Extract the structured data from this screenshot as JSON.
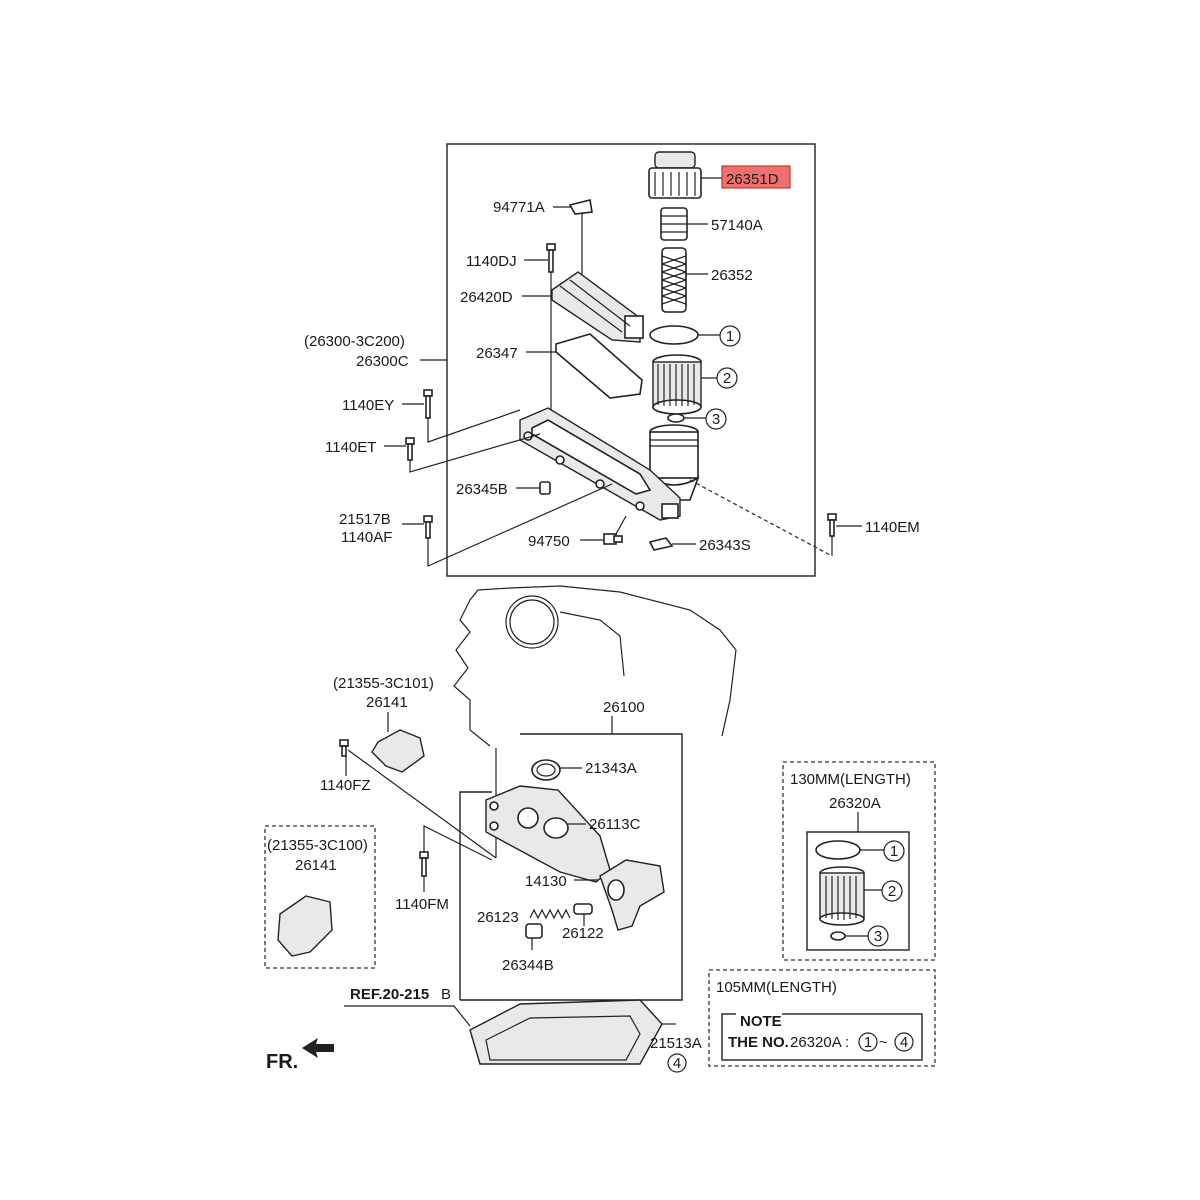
{
  "highlight": {
    "fill": "#f07070",
    "stroke": "#c0392b"
  },
  "labels": {
    "p26351D": "26351D",
    "p94771A": "94771A",
    "p57140A": "57140A",
    "p1140DJ": "1140DJ",
    "p26352": "26352",
    "p26420D": "26420D",
    "p26300_3C200": "(26300-3C200)",
    "p26300C": "26300C",
    "p26347": "26347",
    "p1140EY": "1140EY",
    "p1140ET": "1140ET",
    "p26345B": "26345B",
    "p21517B": "21517B",
    "p1140AF": "1140AF",
    "p94750": "94750",
    "p26343S": "26343S",
    "p1140EM": "1140EM",
    "p21355_3C101": "(21355-3C101)",
    "p26141a": "26141",
    "p26100": "26100",
    "p21343A": "21343A",
    "p1140FZ": "1140FZ",
    "p26113C": "26113C",
    "p21355_3C100": "(21355-3C100)",
    "p26141b": "26141",
    "p14130": "14130",
    "p1140FM": "1140FM",
    "p26123": "26123",
    "p26122": "26122",
    "p26344B": "26344B",
    "ref": "REF.20-215",
    "refB": "B",
    "p21513A": "21513A",
    "fr": "FR.",
    "len130": "130MM(LENGTH)",
    "p26320A": "26320A",
    "len105": "105MM(LENGTH)",
    "note": "NOTE",
    "theno": "THE NO.",
    "noteref": "26320A :",
    "tilde": "~"
  },
  "callouts": {
    "c1": "1",
    "c2": "2",
    "c3": "3",
    "c4": "4",
    "k1": "1",
    "k2": "2",
    "k3": "3",
    "n1": "1",
    "n4": "4"
  }
}
